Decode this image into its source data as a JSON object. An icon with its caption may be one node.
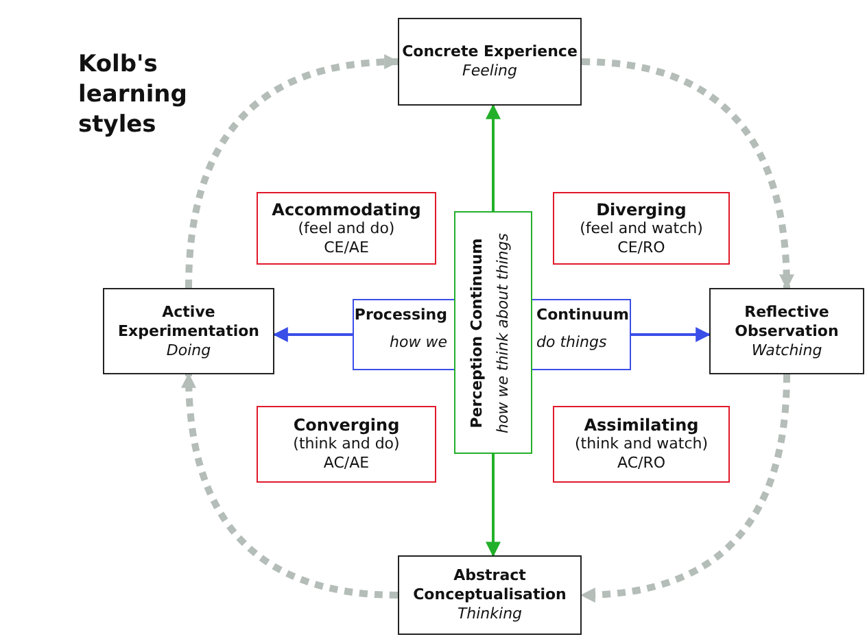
{
  "diagram": {
    "title": "Kolb's learning styles",
    "nodes": [
      {
        "text": [
          "Concrete Experience",
          "Feeling"
        ]
      },
      {
        "text": [
          "Accommodating",
          "(feel and do)",
          "CE/AE"
        ]
      },
      {
        "text": [
          "Diverging",
          "(feel and watch)",
          "CE/RO"
        ]
      },
      {
        "text": [
          "Active Experimentation",
          "Doing"
        ]
      },
      {
        "text": [
          "Processing",
          "Continuum",
          "how we",
          "do things"
        ]
      },
      {
        "text": [
          "Perception Continuum",
          "how we think about things"
        ]
      },
      {
        "text": [
          "Reflective Observation",
          "Watching"
        ]
      },
      {
        "text": [
          "Converging",
          "(think and do)",
          "AC/AE"
        ]
      },
      {
        "text": [
          "Assimilating",
          "(think and watch)",
          "AC/RO"
        ]
      },
      {
        "text": [
          "Abstract Conceptualisation",
          "Thinking"
        ]
      }
    ],
    "edges": [
      {
        "from": 5,
        "to": 0,
        "arrow": "to",
        "color": "#22b02a"
      },
      {
        "from": 5,
        "to": 9,
        "arrow": "to",
        "color": "#22b02a"
      },
      {
        "from": 4,
        "to": 3,
        "arrow": "to",
        "color": "#3a4ee8"
      },
      {
        "from": 4,
        "to": 6,
        "arrow": "to",
        "color": "#3a4ee8"
      },
      {
        "from": 0,
        "to": 6,
        "arrow": "to",
        "style": "dashed",
        "color": "#b4bdb8"
      },
      {
        "from": 6,
        "to": 9,
        "arrow": "to",
        "style": "dashed",
        "color": "#b4bdb8"
      },
      {
        "from": 9,
        "to": 3,
        "arrow": "to",
        "style": "dashed",
        "color": "#b4bdb8"
      },
      {
        "from": 3,
        "to": 0,
        "arrow": "to",
        "style": "dashed",
        "color": "#b4bdb8"
      }
    ]
  }
}
